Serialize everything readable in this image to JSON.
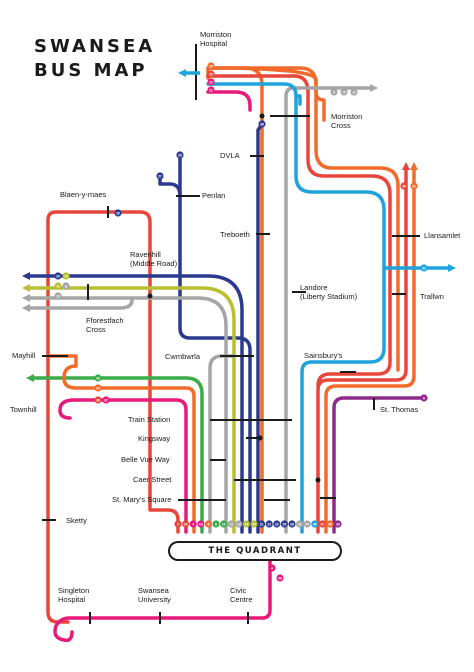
{
  "title": {
    "line1": "SWANSEA",
    "line2": "BUS MAP"
  },
  "hub": "THE QUADRANT",
  "stops": {
    "morriston_hospital": "Morriston\nHospital",
    "morriston_cross": "Morriston\nCross",
    "dvla": "DVLA",
    "blaen_y_maes": "Blaen-y-maes",
    "penlan": "Penlan",
    "treboeth": "Treboeth",
    "llansamlet": "Llansamlet",
    "ravenhill": "Ravenhill\n(Middle Road)",
    "landore": "Landore\n(Liberty Stadium)",
    "trallwn": "Trallwn",
    "fforestfach": "Fforestfach\nCross",
    "cwmbwrla": "Cwmbwrla",
    "sainsburys": "Sainsbury's",
    "mayhill": "Mayhill",
    "townhill": "Townhill",
    "st_thomas": "St. Thomas",
    "train_station": "Train Station",
    "kingsway": "Kingsway",
    "belle_vue_way": "Belle Vue Way",
    "caer_street": "Caer Street",
    "st_marys_square": "St. Mary's Square",
    "sketty": "Sketty",
    "singleton_hospital": "Singleton\nHospital",
    "swansea_university": "Swansea\nUniversity",
    "civic_centre": "Civic\nCentre"
  },
  "colors": {
    "red": "#e8463a",
    "orange": "#f26b2b",
    "pink": "#e8197a",
    "blue": "#1fa3dc",
    "navy": "#2b3a8f",
    "green": "#3aac4a",
    "olive": "#b8bf32",
    "grey": "#a5a5a5",
    "purple": "#8e2a8a",
    "ink": "#1a1a1a"
  },
  "bottom_route_badges": [
    "2",
    "2A",
    "4",
    "4A",
    "6",
    "8",
    "10",
    "11",
    "12",
    "14",
    "20",
    "21",
    "22",
    "23",
    "25",
    "28",
    "33",
    "34",
    "36",
    "37",
    "38",
    "39"
  ],
  "morriston_badges": [
    "25",
    "23",
    "22",
    "21"
  ],
  "west_badges": [
    "20",
    "14",
    "12",
    "11",
    "10"
  ],
  "other_badges": {
    "mayhill": [
      "33",
      "34"
    ],
    "townhill": [
      "36",
      "37"
    ],
    "dvla": "38",
    "penlan_a": "27",
    "penlan_b": "28",
    "llansamlet": [
      "30",
      "31"
    ],
    "trallwn": "32",
    "st_thomas": "6",
    "blaen_y_maes": "20",
    "civic_centre": [
      "4",
      "4A"
    ],
    "morriston_cross": [
      "8",
      "10",
      "12"
    ],
    "hub_right": "39"
  }
}
